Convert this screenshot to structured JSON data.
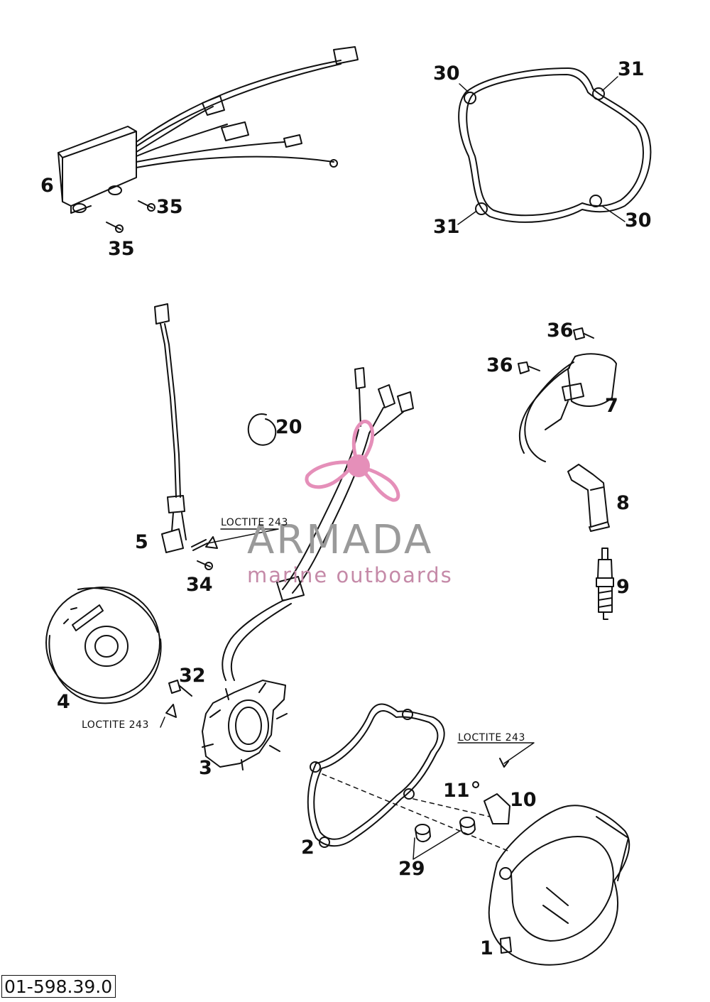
{
  "watermark": {
    "title": "ARMADA",
    "subtitle": "marine outboards",
    "brand_color": "#e58fb9",
    "icon": "propeller-icon"
  },
  "loctite_label": "LOCTITE 243",
  "drawing_code": "01-598.39.0",
  "part_labels": {
    "p1": "1",
    "p2": "2",
    "p3": "3",
    "p4": "4",
    "p5": "5",
    "p6": "6",
    "p7": "7",
    "p8": "8",
    "p9": "9",
    "p10": "10",
    "p11": "11",
    "p20": "20",
    "p29": "29",
    "p30a": "30",
    "p30b": "30",
    "p31a": "31",
    "p31b": "31",
    "p32": "32",
    "p34": "34",
    "p35a": "35",
    "p35b": "35",
    "p36a": "36",
    "p36b": "36"
  }
}
